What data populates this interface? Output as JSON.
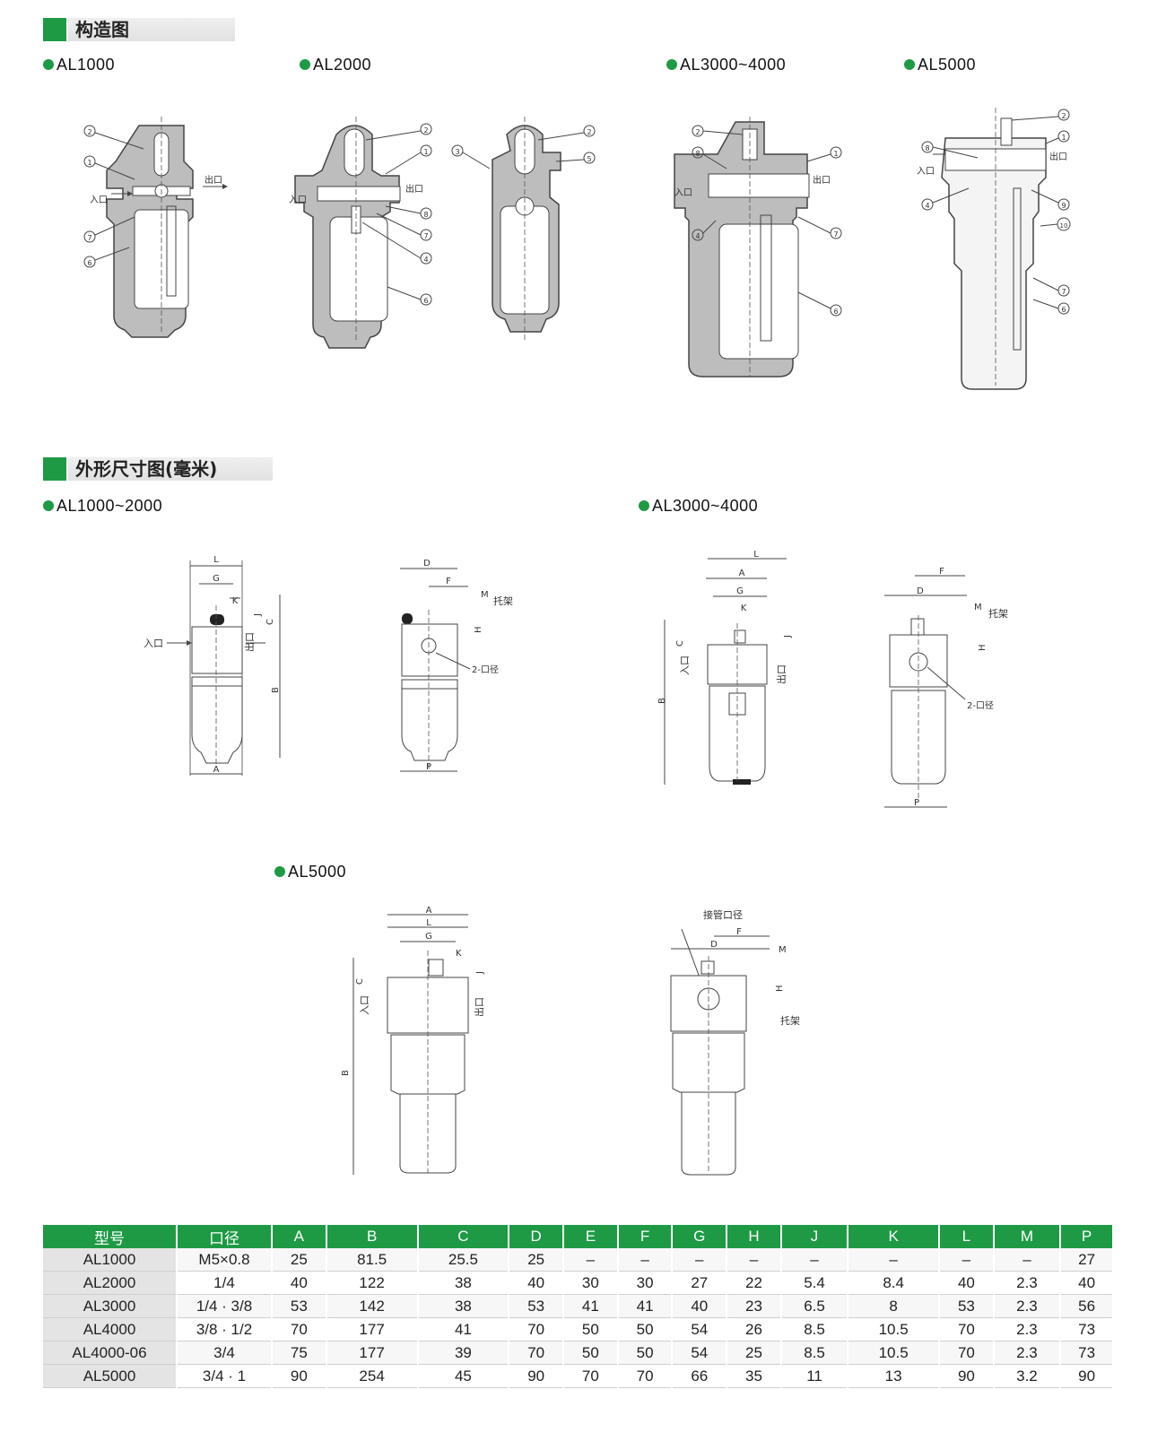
{
  "sections": {
    "structure": {
      "title": "构造图"
    },
    "dimensions": {
      "title": "外形尺寸图(毫米)"
    }
  },
  "structure_labels": [
    "AL1000",
    "AL2000",
    "AL3000~4000",
    "AL5000"
  ],
  "dimension_labels": [
    "AL1000~2000",
    "AL3000~4000",
    "AL5000"
  ],
  "drawing_text": {
    "inlet": "入口",
    "outlet": "出口",
    "bracket": "托架",
    "two_port": "2-口径",
    "pipe_port": "接管口径",
    "dims": [
      "L",
      "G",
      "K",
      "J",
      "C",
      "B",
      "A",
      "D",
      "F",
      "M",
      "H",
      "P"
    ],
    "parts": [
      "1",
      "2",
      "3",
      "4",
      "5",
      "6",
      "7",
      "8",
      "9",
      "10"
    ]
  },
  "table": {
    "headers": [
      "型号",
      "口径",
      "A",
      "B",
      "C",
      "D",
      "E",
      "F",
      "G",
      "H",
      "J",
      "K",
      "L",
      "M",
      "P"
    ],
    "rows": [
      [
        "AL1000",
        "M5×0.8",
        "25",
        "81.5",
        "25.5",
        "25",
        "–",
        "–",
        "–",
        "–",
        "–",
        "–",
        "–",
        "–",
        "27"
      ],
      [
        "AL2000",
        "1/4",
        "40",
        "122",
        "38",
        "40",
        "30",
        "30",
        "27",
        "22",
        "5.4",
        "8.4",
        "40",
        "2.3",
        "40"
      ],
      [
        "AL3000",
        "1/4 · 3/8",
        "53",
        "142",
        "38",
        "53",
        "41",
        "41",
        "40",
        "23",
        "6.5",
        "8",
        "53",
        "2.3",
        "56"
      ],
      [
        "AL4000",
        "3/8 · 1/2",
        "70",
        "177",
        "41",
        "70",
        "50",
        "50",
        "54",
        "26",
        "8.5",
        "10.5",
        "70",
        "2.3",
        "73"
      ],
      [
        "AL4000-06",
        "3/4",
        "75",
        "177",
        "39",
        "70",
        "50",
        "50",
        "54",
        "25",
        "8.5",
        "10.5",
        "70",
        "2.3",
        "73"
      ],
      [
        "AL5000",
        "3/4 · 1",
        "90",
        "254",
        "45",
        "90",
        "70",
        "70",
        "66",
        "35",
        "11",
        "13",
        "90",
        "3.2",
        "90"
      ]
    ]
  },
  "colors": {
    "accent": "#1e9a45",
    "header_bg": "#e4e4e4"
  }
}
